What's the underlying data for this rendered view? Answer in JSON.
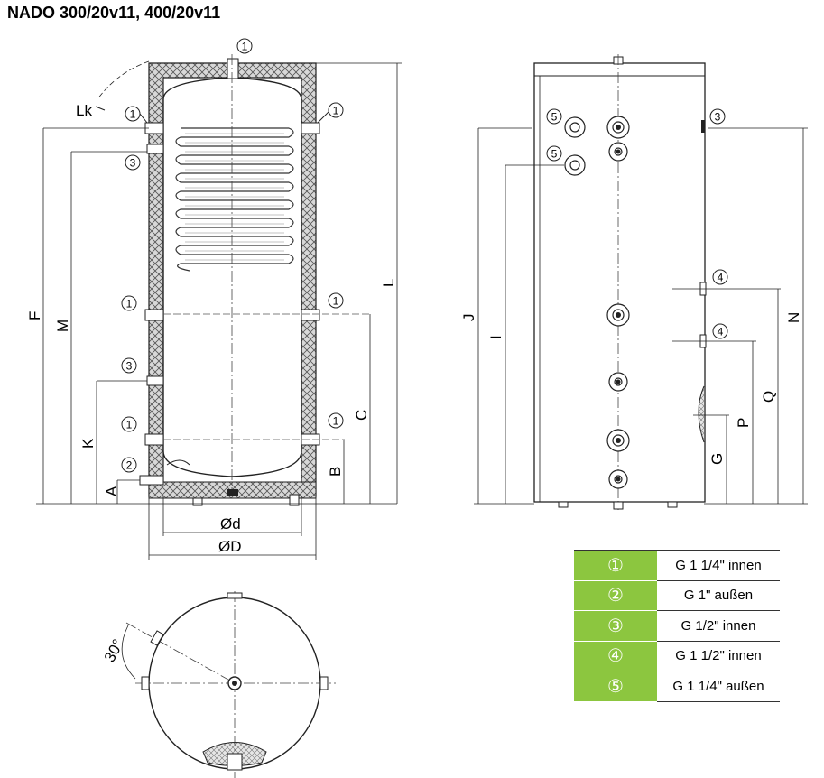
{
  "title": "NADO 300/20v11, 400/20v11",
  "dimension_labels": {
    "Lk": "Lk",
    "F": "F",
    "M": "M",
    "K": "K",
    "A": "A",
    "B": "B",
    "C": "C",
    "L": "L",
    "d_inner": "Ød",
    "D_outer": "ØD",
    "J": "J",
    "I": "I",
    "N": "N",
    "Q": "Q",
    "P": "P",
    "G": "G",
    "angle": "30°"
  },
  "connection_markers": {
    "c1": "1",
    "c2": "2",
    "c3": "3",
    "c4": "4",
    "c5": "5"
  },
  "legend": [
    {
      "num": "①",
      "desc": "G 1 1/4\" innen"
    },
    {
      "num": "②",
      "desc": "G 1\" außen"
    },
    {
      "num": "③",
      "desc": "G 1/2\" innen"
    },
    {
      "num": "④",
      "desc": "G 1 1/2\" innen"
    },
    {
      "num": "⑤",
      "desc": "G 1 1/4\" außen"
    }
  ]
}
